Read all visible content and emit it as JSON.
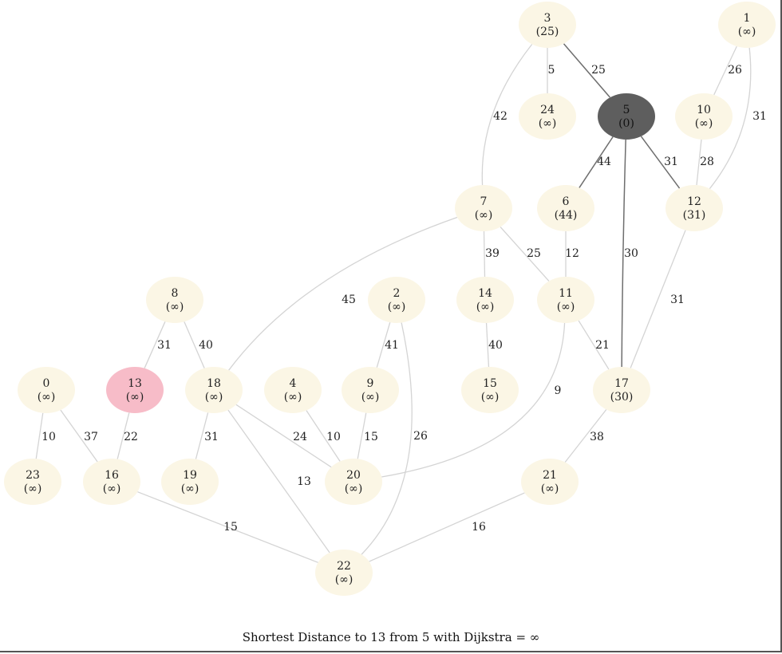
{
  "caption": "Shortest Distance to 13 from 5 with Dijkstra = ∞",
  "colors": {
    "node_default": "#fbf6e5",
    "node_source": "#5e5e5e",
    "node_target": "#f7bcc8",
    "edge_default": "#d4d4d4",
    "edge_explored": "#6e6e6e"
  },
  "source_node": "5",
  "target_node": "13",
  "nodes": [
    {
      "id": "0",
      "dist": "(∞)"
    },
    {
      "id": "1",
      "dist": "(∞)"
    },
    {
      "id": "2",
      "dist": "(∞)"
    },
    {
      "id": "3",
      "dist": "(25)"
    },
    {
      "id": "4",
      "dist": "(∞)"
    },
    {
      "id": "5",
      "dist": "(0)"
    },
    {
      "id": "6",
      "dist": "(44)"
    },
    {
      "id": "7",
      "dist": "(∞)"
    },
    {
      "id": "8",
      "dist": "(∞)"
    },
    {
      "id": "9",
      "dist": "(∞)"
    },
    {
      "id": "10",
      "dist": "(∞)"
    },
    {
      "id": "11",
      "dist": "(∞)"
    },
    {
      "id": "12",
      "dist": "(31)"
    },
    {
      "id": "13",
      "dist": "(∞)"
    },
    {
      "id": "14",
      "dist": "(∞)"
    },
    {
      "id": "15",
      "dist": "(∞)"
    },
    {
      "id": "16",
      "dist": "(∞)"
    },
    {
      "id": "17",
      "dist": "(30)"
    },
    {
      "id": "18",
      "dist": "(∞)"
    },
    {
      "id": "19",
      "dist": "(∞)"
    },
    {
      "id": "20",
      "dist": "(∞)"
    },
    {
      "id": "21",
      "dist": "(∞)"
    },
    {
      "id": "22",
      "dist": "(∞)"
    },
    {
      "id": "23",
      "dist": "(∞)"
    },
    {
      "id": "24",
      "dist": "(∞)"
    }
  ],
  "edges": [
    {
      "from": "3",
      "to": "24",
      "weight": "5",
      "explored": false
    },
    {
      "from": "3",
      "to": "5",
      "weight": "25",
      "explored": true
    },
    {
      "from": "3",
      "to": "7",
      "weight": "42",
      "explored": false
    },
    {
      "from": "1",
      "to": "10",
      "weight": "26",
      "explored": false
    },
    {
      "from": "1",
      "to": "12",
      "weight": "31",
      "explored": false
    },
    {
      "from": "10",
      "to": "12",
      "weight": "28",
      "explored": false
    },
    {
      "from": "5",
      "to": "6",
      "weight": "44",
      "explored": true
    },
    {
      "from": "5",
      "to": "12",
      "weight": "31",
      "explored": true
    },
    {
      "from": "5",
      "to": "17",
      "weight": "30",
      "explored": true
    },
    {
      "from": "7",
      "to": "14",
      "weight": "39",
      "explored": false
    },
    {
      "from": "7",
      "to": "11",
      "weight": "25",
      "explored": false
    },
    {
      "from": "7",
      "to": "18",
      "weight": "45",
      "explored": false
    },
    {
      "from": "6",
      "to": "11",
      "weight": "12",
      "explored": false
    },
    {
      "from": "12",
      "to": "17",
      "weight": "31",
      "explored": false
    },
    {
      "from": "8",
      "to": "13",
      "weight": "31",
      "explored": false
    },
    {
      "from": "8",
      "to": "18",
      "weight": "40",
      "explored": false
    },
    {
      "from": "2",
      "to": "9",
      "weight": "41",
      "explored": false
    },
    {
      "from": "2",
      "to": "22",
      "weight": "26",
      "explored": false
    },
    {
      "from": "14",
      "to": "15",
      "weight": "40",
      "explored": false
    },
    {
      "from": "11",
      "to": "17",
      "weight": "21",
      "explored": false
    },
    {
      "from": "11",
      "to": "20",
      "weight": "9",
      "explored": false
    },
    {
      "from": "0",
      "to": "23",
      "weight": "10",
      "explored": false
    },
    {
      "from": "0",
      "to": "16",
      "weight": "37",
      "explored": false
    },
    {
      "from": "13",
      "to": "16",
      "weight": "22",
      "explored": false
    },
    {
      "from": "18",
      "to": "19",
      "weight": "31",
      "explored": false
    },
    {
      "from": "18",
      "to": "20",
      "weight": "24",
      "explored": false
    },
    {
      "from": "18",
      "to": "22",
      "weight": "13",
      "explored": false
    },
    {
      "from": "4",
      "to": "20",
      "weight": "10",
      "explored": false
    },
    {
      "from": "9",
      "to": "20",
      "weight": "15",
      "explored": false
    },
    {
      "from": "17",
      "to": "21",
      "weight": "38",
      "explored": false
    },
    {
      "from": "16",
      "to": "22",
      "weight": "15",
      "explored": false
    },
    {
      "from": "21",
      "to": "22",
      "weight": "16",
      "explored": false
    }
  ]
}
